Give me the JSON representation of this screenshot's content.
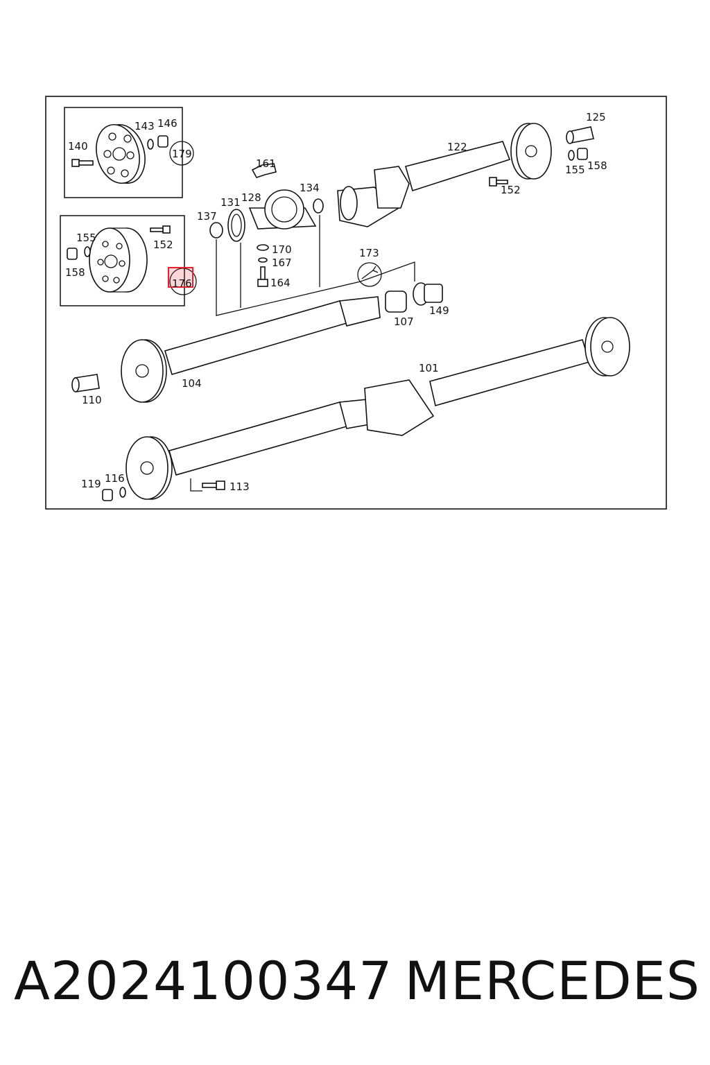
{
  "diagram": {
    "callouts": {
      "c140": "140",
      "c143": "143",
      "c146": "146",
      "c179": "179",
      "c155a": "155",
      "c152a": "152",
      "c158a": "158",
      "c176": "176",
      "c161": "161",
      "c131": "131",
      "c128": "128",
      "c134": "134",
      "c137": "137",
      "c170": "170",
      "c167": "167",
      "c164": "164",
      "c122": "122",
      "c125": "125",
      "c155b": "155",
      "c158b": "158",
      "c152b": "152",
      "c173": "173",
      "c107": "107",
      "c149": "149",
      "c104": "104",
      "c110": "110",
      "c101": "101",
      "c119": "119",
      "c116": "116",
      "c113": "113"
    },
    "highlight_callout": "176",
    "highlight_color": "#e8202a"
  },
  "caption": {
    "part_number": "A2024100347",
    "brand": "MERCEDES"
  }
}
